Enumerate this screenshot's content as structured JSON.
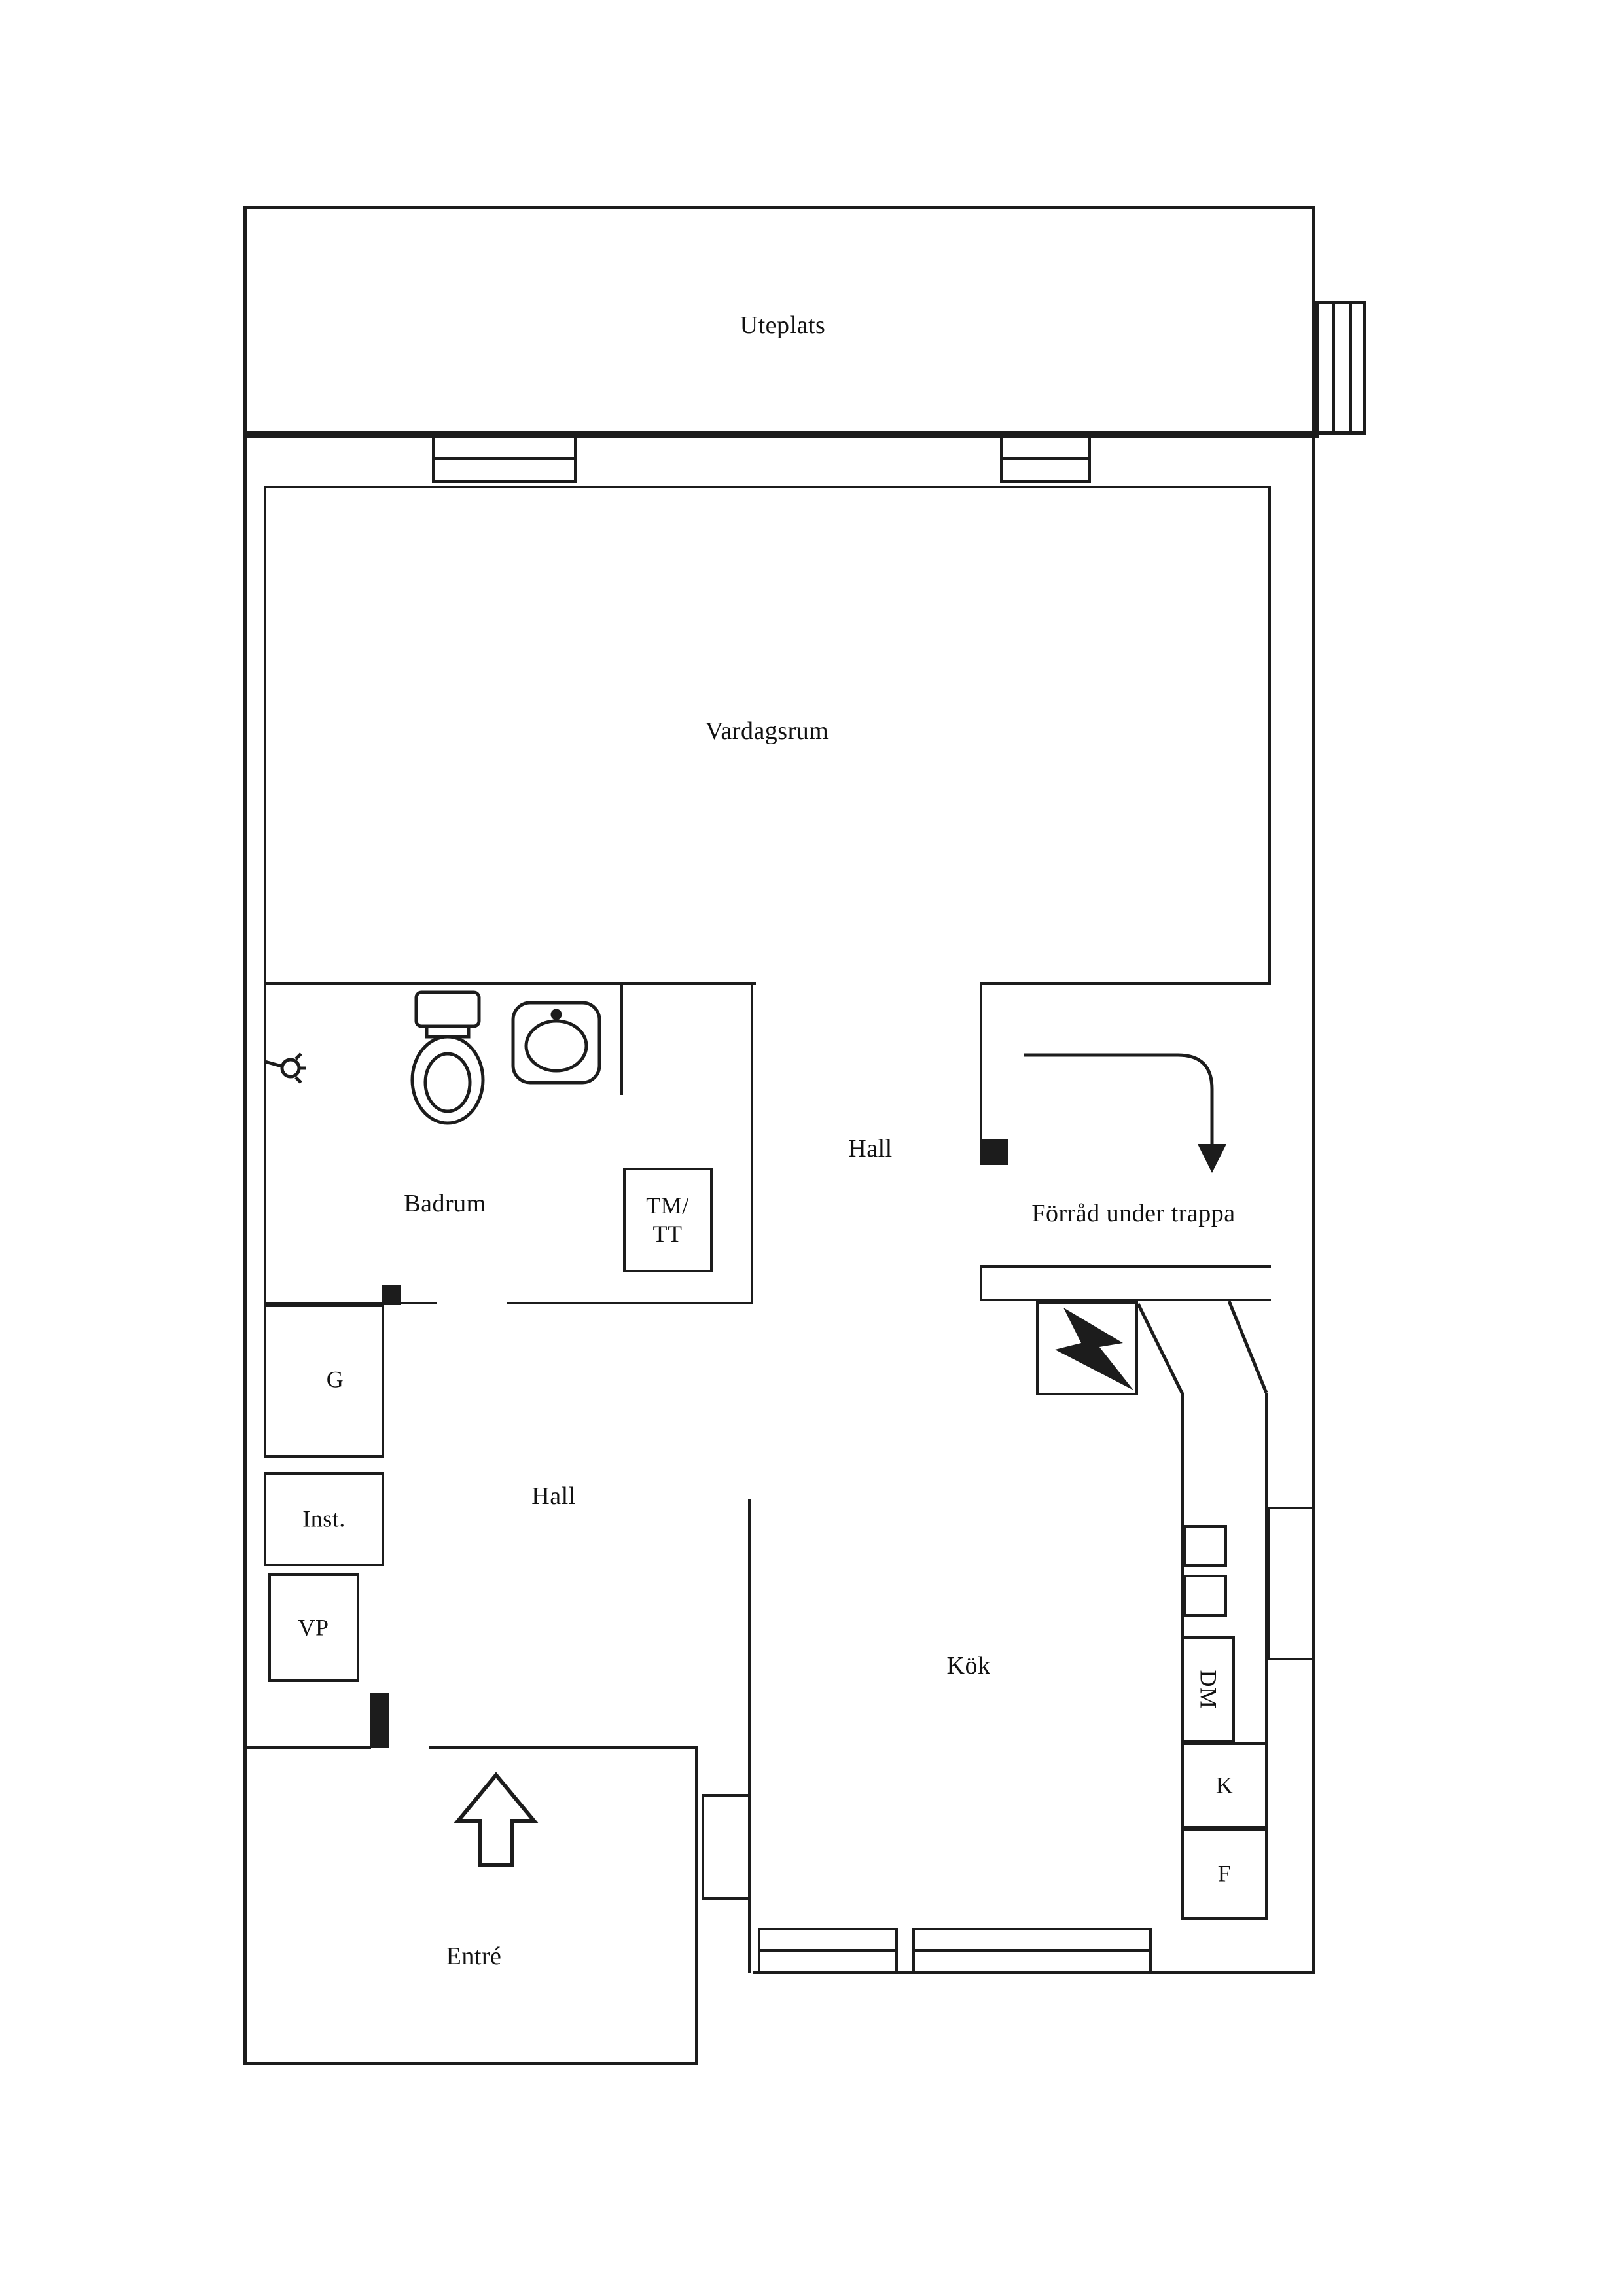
{
  "plan": {
    "colors": {
      "line": "#1c1c1c",
      "background": "#ffffff"
    },
    "rooms": {
      "uteplats": {
        "label": "Uteplats"
      },
      "vardagsrum": {
        "label": "Vardagsrum"
      },
      "badrum": {
        "label": "Badrum"
      },
      "tm_tt": {
        "line1": "TM/",
        "line2": "TT"
      },
      "hall_upper": {
        "label": "Hall"
      },
      "forrad": {
        "label": "Förråd under trappa"
      },
      "garderob": {
        "label": "G"
      },
      "inst": {
        "label": "Inst."
      },
      "vp": {
        "label": "VP"
      },
      "hall_lower": {
        "label": "Hall"
      },
      "kok": {
        "label": "Kök"
      },
      "dm": {
        "label": "DM"
      },
      "kyl": {
        "label": "K"
      },
      "frys": {
        "label": "F"
      },
      "entre": {
        "label": "Entré"
      }
    },
    "icons": {
      "toilet": "toilet-icon",
      "sink": "sink-icon",
      "shower": "shower-icon",
      "stairs_arrow": "stairs-arrow-icon",
      "electric_bolt": "electric-bolt-icon",
      "entrance_arrow": "entrance-arrow-icon"
    }
  }
}
